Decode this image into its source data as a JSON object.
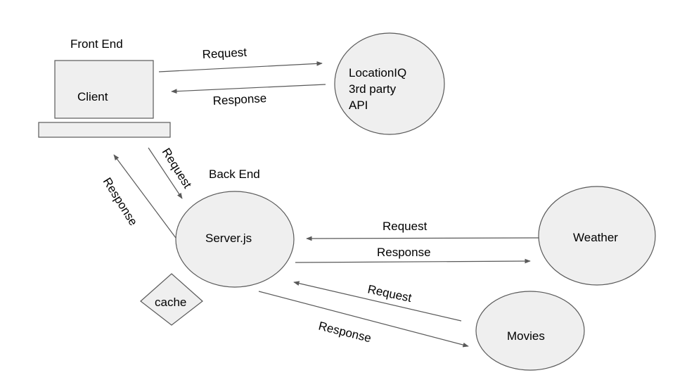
{
  "section_labels": {
    "front_end": "Front End",
    "back_end": "Back End"
  },
  "nodes": {
    "client": "Client",
    "location_iq": [
      "LocationIQ",
      "3rd party",
      "API"
    ],
    "server": "Server.js",
    "weather": "Weather",
    "movies": "Movies",
    "cache": "cache"
  },
  "edges": {
    "client_to_locationiq": "Request",
    "locationiq_to_client": "Response",
    "client_to_server": "Request",
    "server_to_client": "Response",
    "weather_request": "Request",
    "weather_response": "Response",
    "movies_request": "Request",
    "movies_response": "Response"
  },
  "colors": {
    "shape_fill": "#efefef",
    "stroke": "#595959",
    "text": "#000000"
  }
}
